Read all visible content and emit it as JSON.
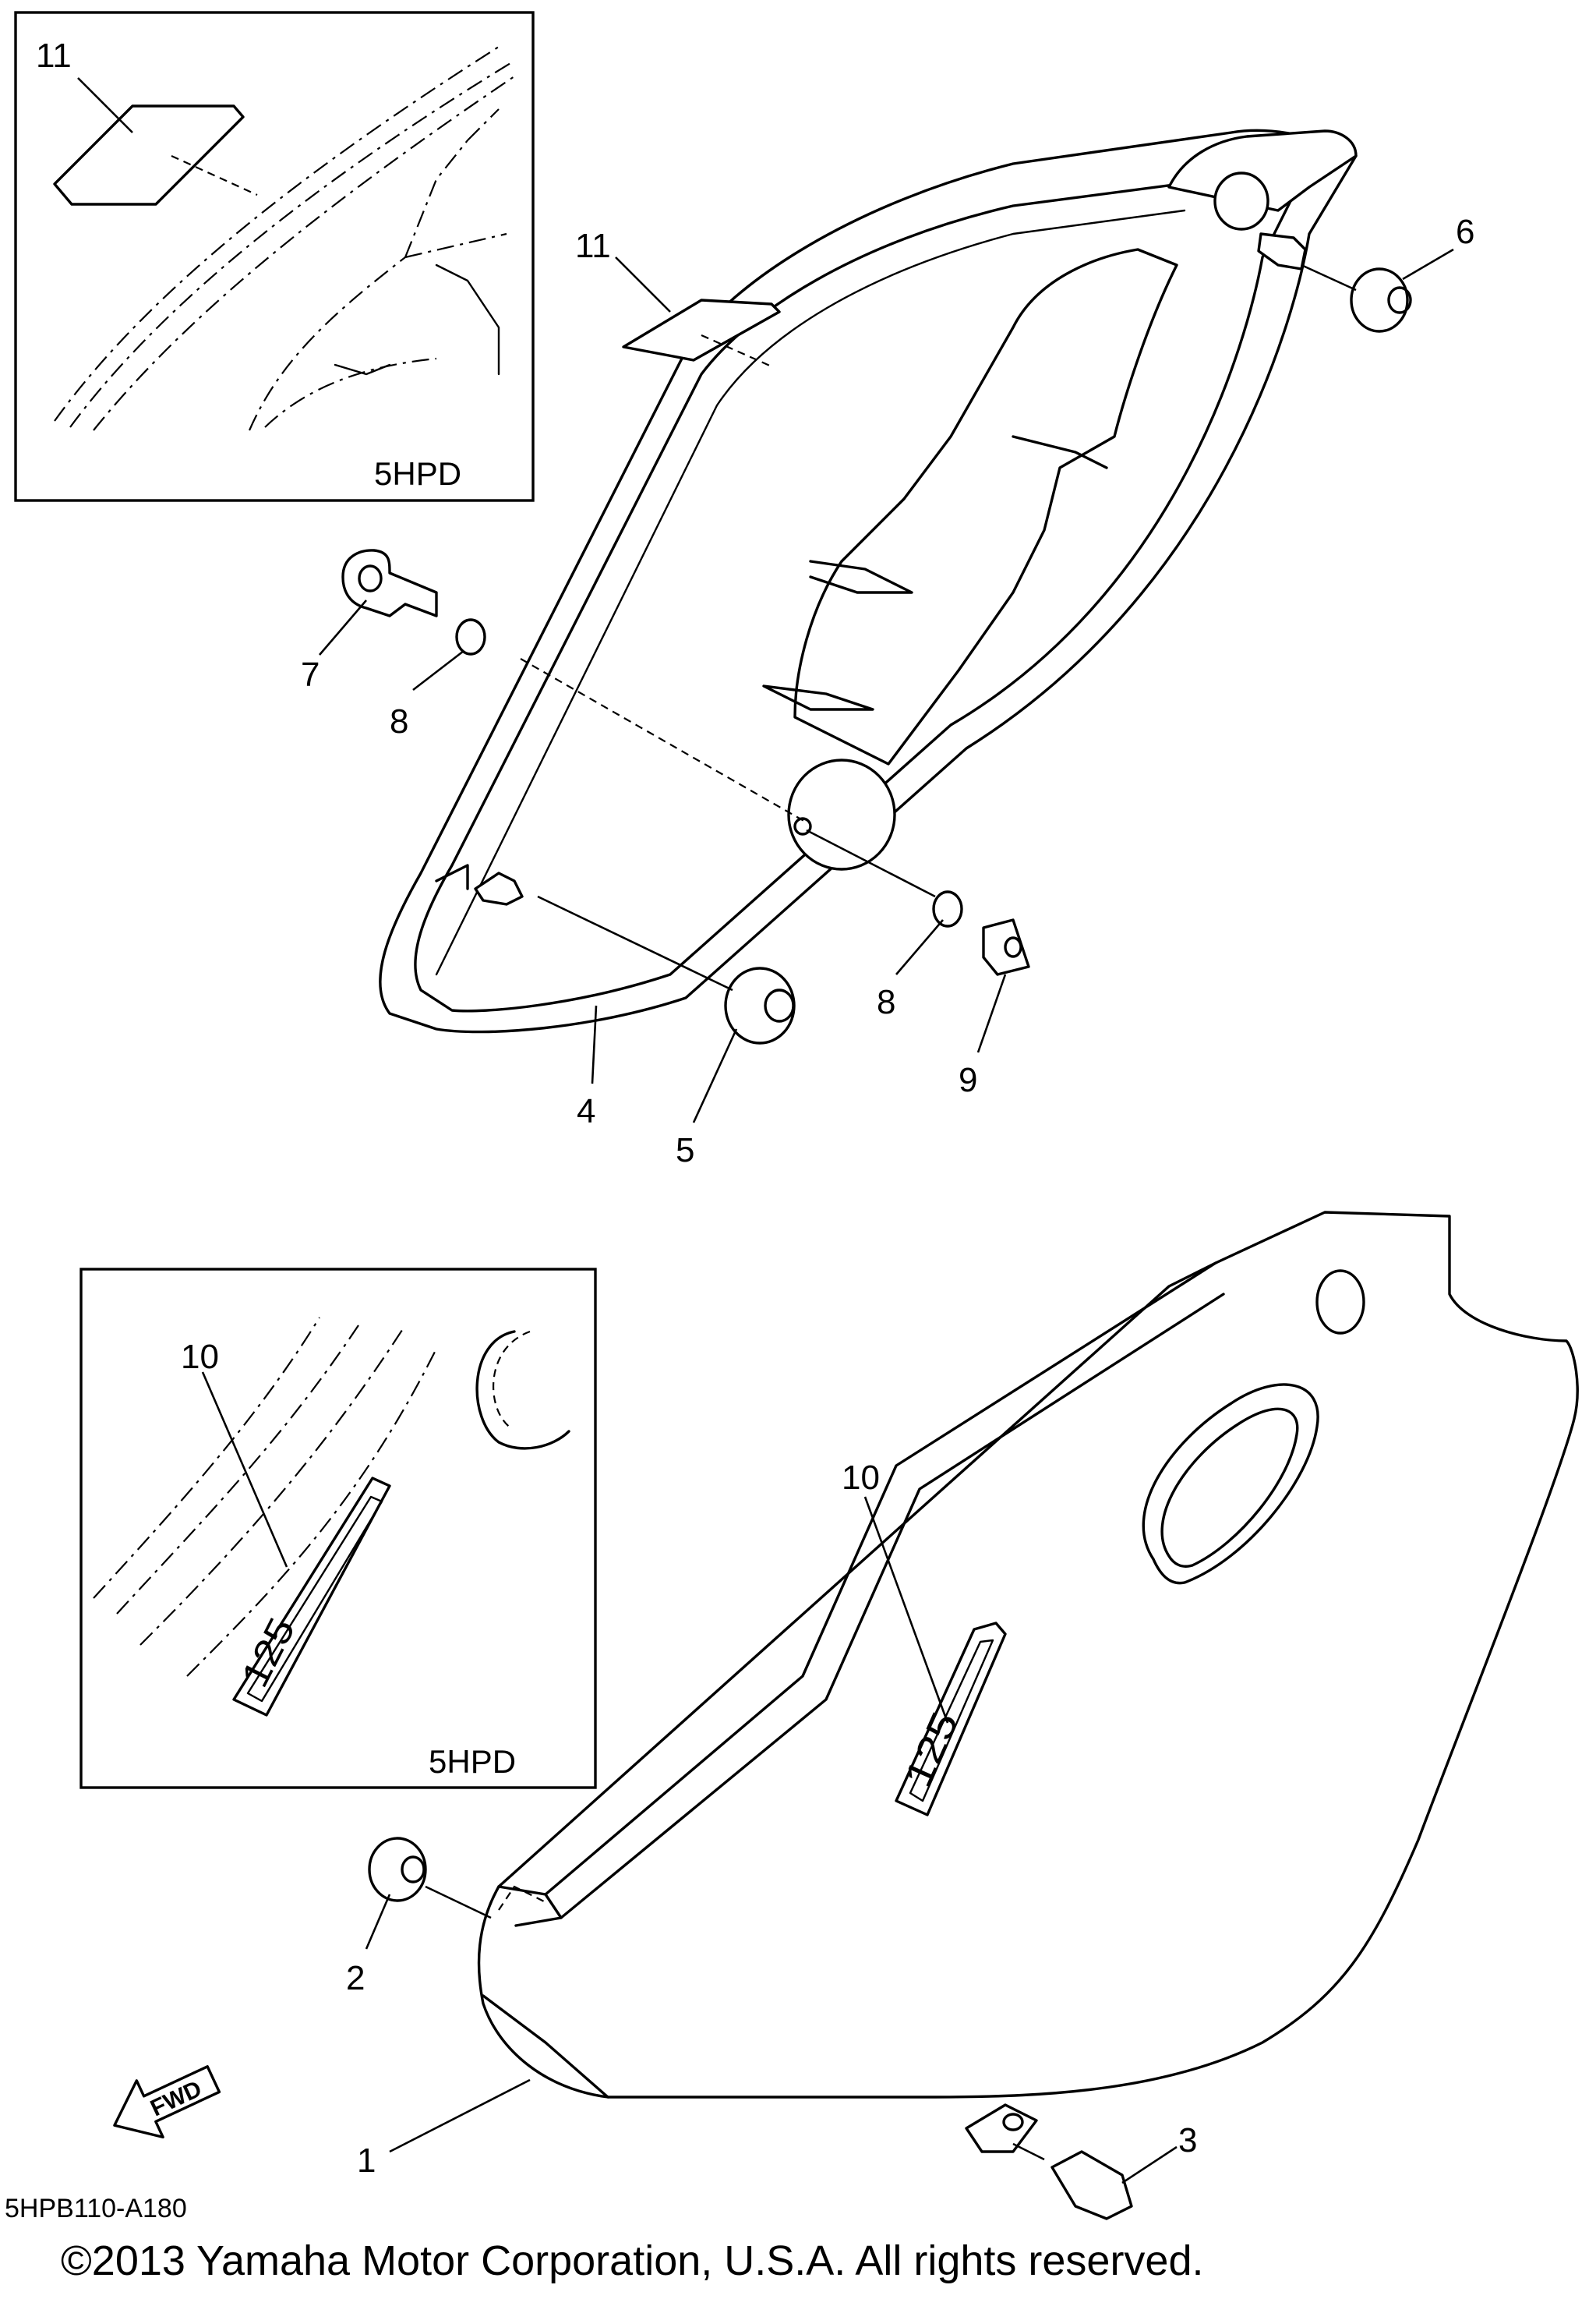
{
  "inset_top": {
    "label": "5HPD",
    "callout": "11"
  },
  "inset_bottom": {
    "label": "5HPD",
    "callout": "10"
  },
  "callouts": {
    "p1": "1",
    "p2": "2",
    "p3": "3",
    "p4": "4",
    "p5": "5",
    "p6": "6",
    "p7": "7",
    "p8a": "8",
    "p8b": "8",
    "p9": "9",
    "p10": "10",
    "p11": "11"
  },
  "decal_text": "125",
  "inset_decal_text": "125",
  "fwd_label": "FWD",
  "diagram_code": "5HPB110-A180",
  "copyright": "©2013 Yamaha Motor Corporation, U.S.A. All rights reserved."
}
